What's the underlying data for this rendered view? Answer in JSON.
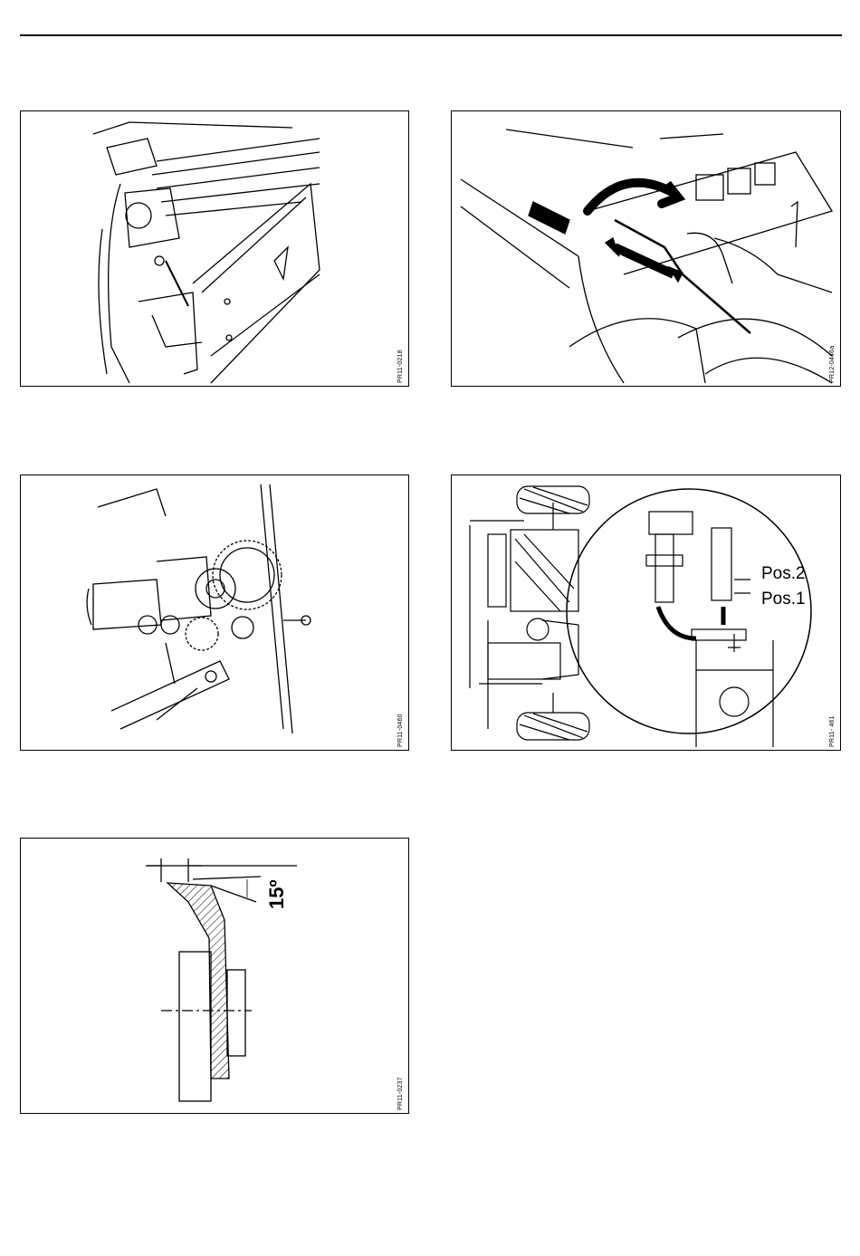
{
  "figures": [
    {
      "code": "PR11-0218"
    },
    {
      "code": "PR12-0446a"
    },
    {
      "code": "PR11-0460"
    },
    {
      "code": "PR11- 461",
      "labels": [
        "Pos.2",
        "Pos.1"
      ]
    },
    {
      "code": "PR11-0237",
      "angle": "15º"
    }
  ]
}
